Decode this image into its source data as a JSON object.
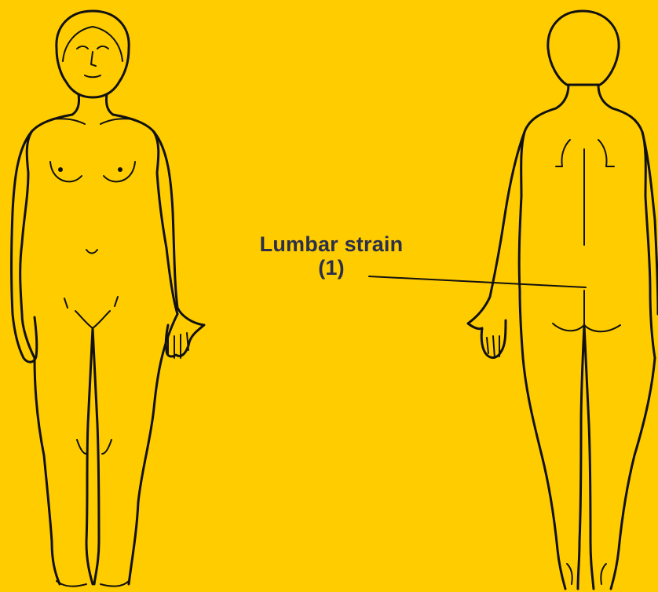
{
  "colors": {
    "background": "#FFCC00",
    "outline": "#111111",
    "label": "#2B2F4A"
  },
  "annotation": {
    "condition": "Lumbar strain",
    "marker": "(1)"
  },
  "figures": [
    {
      "view": "front",
      "icon": "female-body-front-icon"
    },
    {
      "view": "back",
      "icon": "female-body-back-icon"
    }
  ]
}
